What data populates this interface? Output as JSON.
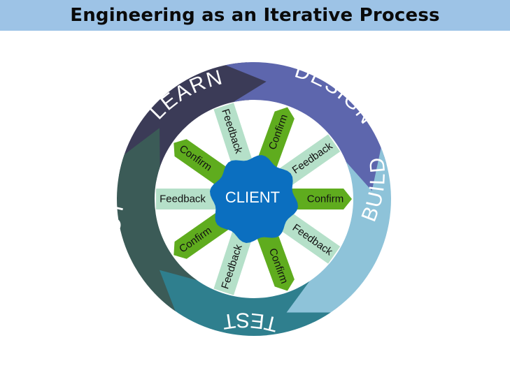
{
  "title": "Engineering as an Iterative Process",
  "client": {
    "label": "CLIENT",
    "color": "#0b6fc0"
  },
  "phases": [
    {
      "label": "LEARN",
      "color": "#3b3b57"
    },
    {
      "label": "DESIGN",
      "color": "#5d66ad"
    },
    {
      "label": "BUILD",
      "color": "#8ec3d9"
    },
    {
      "label": "TEST",
      "color": "#2f7f8e"
    },
    {
      "label": "DEPLOY",
      "color": "#3b5b57"
    }
  ],
  "spokes": {
    "confirm_label": "Confirm",
    "feedback_label": "Feedback",
    "confirm_color": "#5fac1e",
    "feedback_color": "#b5e0c9"
  }
}
